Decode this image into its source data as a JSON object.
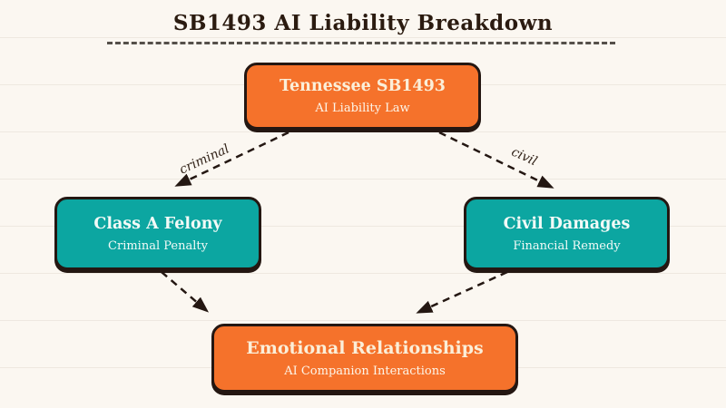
{
  "title": "SB1493 AI Liability Breakdown",
  "nodes": {
    "root": {
      "title": "Tennessee SB1493",
      "subtitle": "AI Liability Law"
    },
    "felony": {
      "title": "Class A Felony",
      "subtitle": "Criminal Penalty"
    },
    "damages": {
      "title": "Civil Damages",
      "subtitle": "Financial Remedy"
    },
    "emotional": {
      "title": "Emotional Relationships",
      "subtitle": "AI Companion Interactions"
    }
  },
  "edge_labels": {
    "criminal": "criminal",
    "civil": "civil"
  },
  "colors": {
    "orange": "#f5722b",
    "teal": "#0ca6a1",
    "ink": "#241712",
    "background": "#fbf7f1",
    "cream_text": "#fbefd9"
  }
}
